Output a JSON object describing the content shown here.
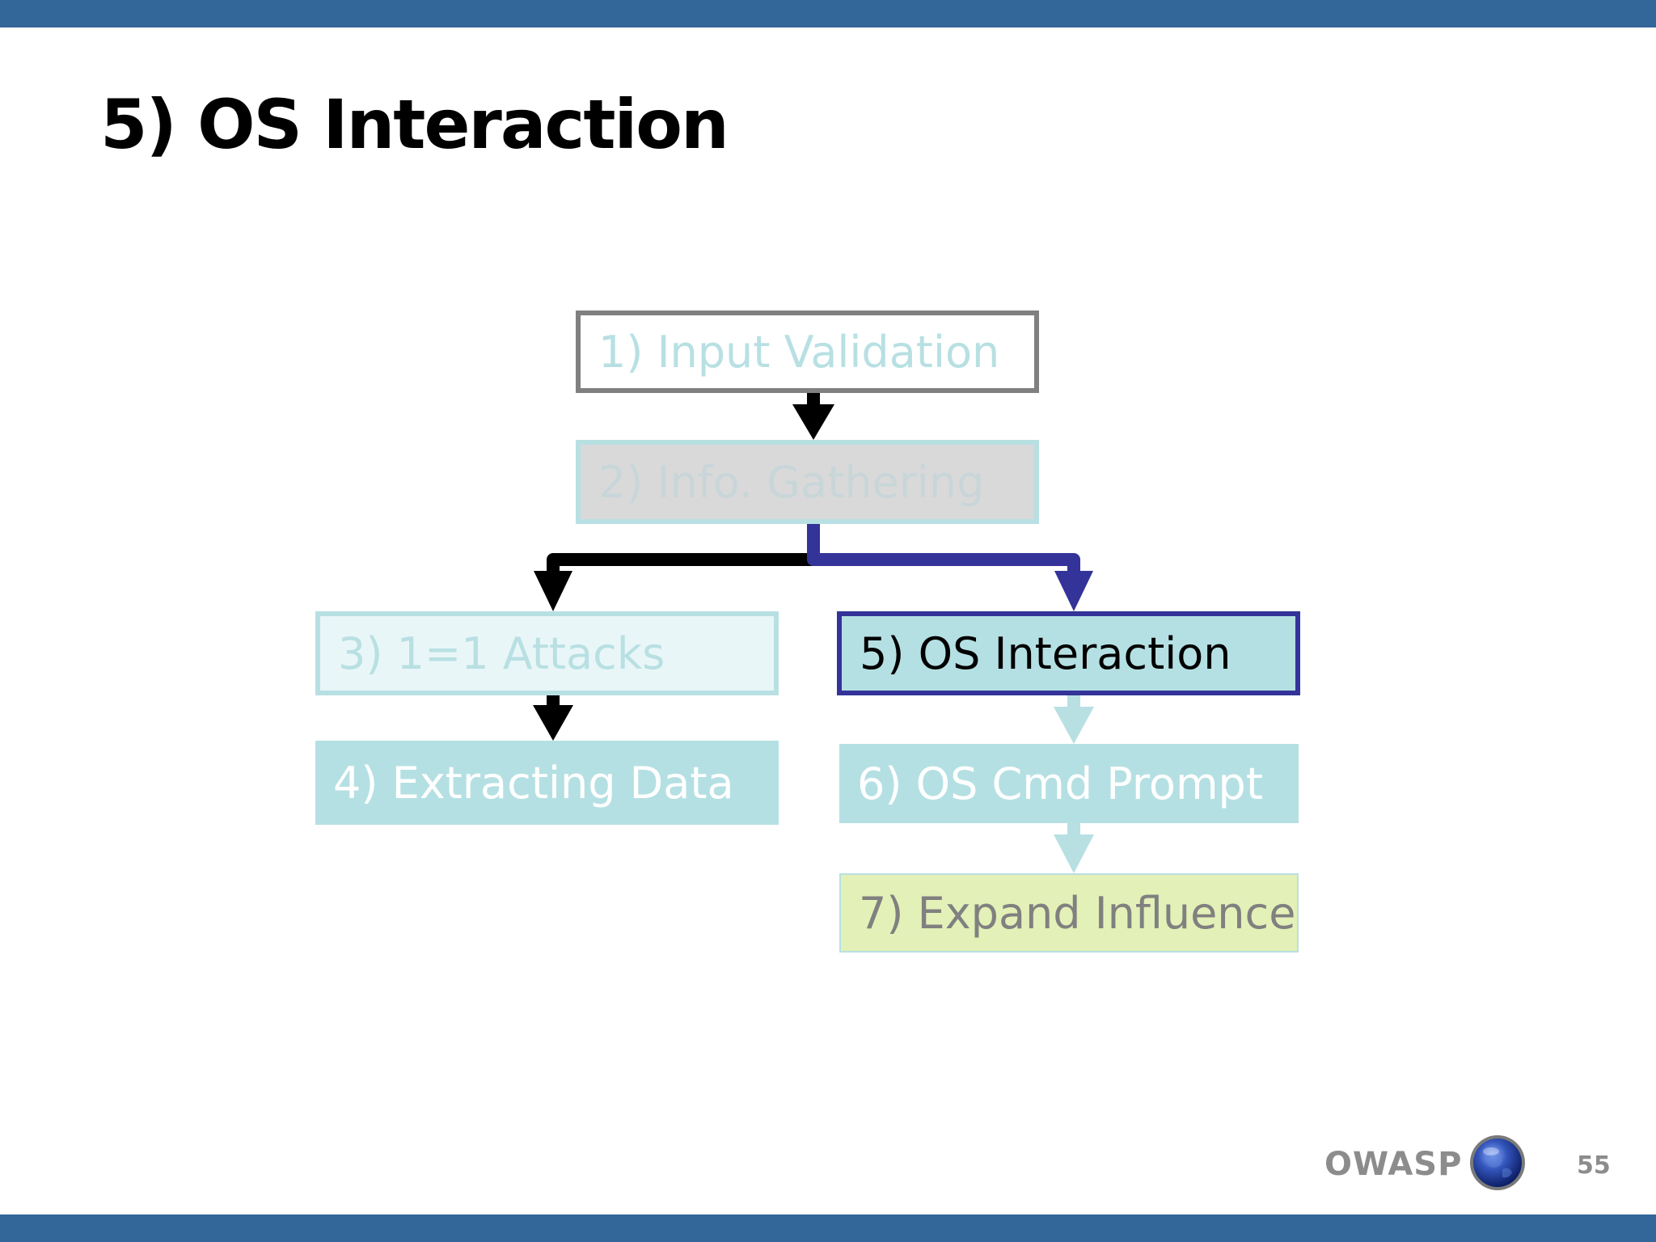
{
  "slide": {
    "title": "5) OS Interaction",
    "page_number": "55"
  },
  "diagram": {
    "boxes": [
      {
        "label": "1) Input Validation"
      },
      {
        "label": "2) Info. Gathering"
      },
      {
        "label": "3) 1=1 Attacks"
      },
      {
        "label": "4) Extracting Data"
      },
      {
        "label": "5) OS Interaction"
      },
      {
        "label": "6) OS Cmd Prompt"
      },
      {
        "label": "7) Expand Influence"
      }
    ],
    "highlight_box": "5) OS Interaction",
    "colors": {
      "highlight": "#333399",
      "arrow": "#000000",
      "faded": "#b8e0e3",
      "fill_teal": "#b5e0e3",
      "fill_green": "#e3f0b7"
    }
  },
  "footer": {
    "logo_text": "OWASP",
    "logo_icon": "globe-icon"
  },
  "theme": {
    "bar_color": "#336699"
  }
}
